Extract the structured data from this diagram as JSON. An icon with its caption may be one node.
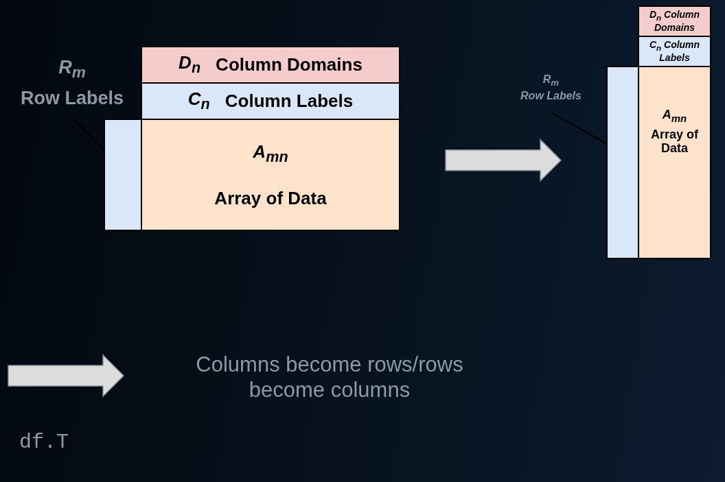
{
  "diagram": {
    "nodes": [
      {
        "text": [
          "D$_{n}$",
          "Column Domains"
        ]
      },
      {
        "text": [
          "C$_{n}$",
          "Column Labels"
        ]
      },
      {
        "text": [
          "A$_{mn}$",
          "Array of Data"
        ]
      },
      {
        "text": [],
        "shape": "box"
      },
      {
        "text": [
          "R$_{m}$",
          "Row Labels"
        ]
      },
      {
        "text": [
          "D$_{n}$ Column Domains"
        ]
      },
      {
        "text": [
          "C$_{n}$ Column Labels"
        ]
      },
      {
        "text": [
          "A$_{mn}$",
          "Array of Data"
        ]
      },
      {
        "text": [],
        "shape": "box"
      },
      {
        "text": [
          "R$_{m}$",
          "Row Labels"
        ]
      }
    ],
    "edges": [
      {
        "from": 4,
        "to": 3,
        "arrow": "none"
      },
      {
        "from": 2,
        "to": 8,
        "arrow": "to",
        "style": "thick",
        "color": "#dcdcdc"
      },
      {
        "from": 9,
        "to": 8,
        "arrow": "none"
      }
    ],
    "labels": [
      "df.T"
    ],
    "legend": [
      {
        "text": "Columns become rows/rows become columns"
      }
    ]
  }
}
